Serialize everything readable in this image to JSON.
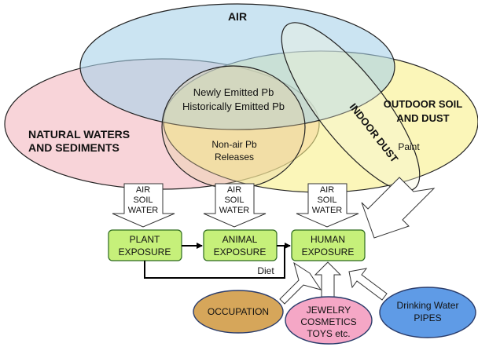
{
  "colors": {
    "air": "#a9d2ea",
    "natural_waters": "#f7cdd2",
    "outdoor_soil": "#f9f08a",
    "indoor_dust": "#f5f5dc",
    "exposure_box": "#c6f07a",
    "occupation": "#d6a65a",
    "jewelry": "#f5a7c6",
    "pipes": "#5f9be6"
  },
  "regions": {
    "air": "AIR",
    "natural_waters_line1": "NATURAL WATERS",
    "natural_waters_line2": "AND SEDIMENTS",
    "outdoor_soil_line1": "OUTDOOR SOIL",
    "outdoor_soil_line2": "AND DUST",
    "indoor_dust": "INDOOR DUST",
    "paint": "Paint"
  },
  "center": {
    "emitted_line1": "Newly Emitted Pb",
    "emitted_line2": "Historically Emitted Pb",
    "nonair_line1": "Non-air Pb",
    "nonair_line2": "Releases"
  },
  "media_arrows": [
    [
      "AIR",
      "SOIL",
      "WATER"
    ],
    [
      "AIR",
      "SOIL",
      "WATER"
    ],
    [
      "AIR",
      "SOIL",
      "WATER"
    ]
  ],
  "exposures": {
    "plant": [
      "PLANT",
      "EXPOSURE"
    ],
    "animal": [
      "ANIMAL",
      "EXPOSURE"
    ],
    "human": [
      "HUMAN",
      "EXPOSURE"
    ]
  },
  "diet": "Diet",
  "sources": {
    "occupation": "OCCUPATION",
    "jewelry": [
      "JEWELRY",
      "COSMETICS",
      "TOYS etc."
    ],
    "pipes": [
      "Drinking Water",
      "PIPES"
    ]
  }
}
